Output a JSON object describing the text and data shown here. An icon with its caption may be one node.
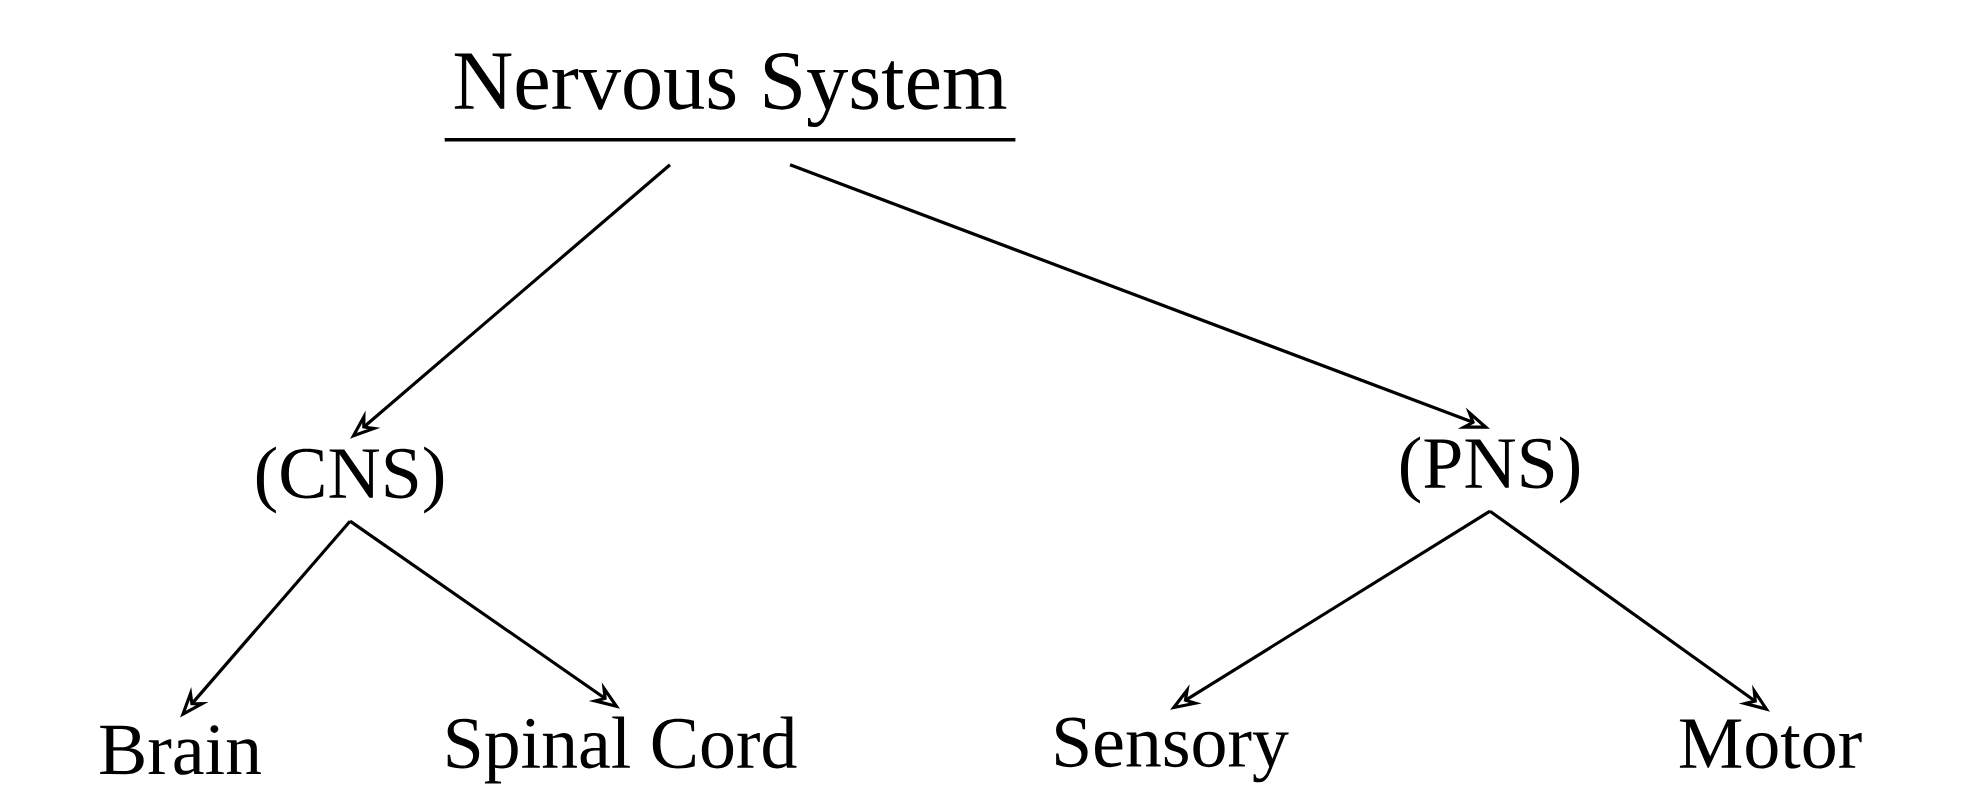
{
  "diagram": {
    "nodes": [
      {
        "text": [
          "Nervous System"
        ]
      },
      {
        "text": [
          "(CNS)"
        ]
      },
      {
        "text": [
          "(PNS)"
        ]
      },
      {
        "text": [
          "Brain"
        ]
      },
      {
        "text": [
          "Spinal Cord"
        ]
      },
      {
        "text": [
          "Sensory"
        ]
      },
      {
        "text": [
          "Motor"
        ]
      }
    ],
    "edges": [
      {
        "from": 0,
        "to": 1,
        "arrow": "to"
      },
      {
        "from": 0,
        "to": 2,
        "arrow": "to"
      },
      {
        "from": 1,
        "to": 3,
        "arrow": "to"
      },
      {
        "from": 1,
        "to": 4,
        "arrow": "to"
      },
      {
        "from": 2,
        "to": 5,
        "arrow": "to"
      },
      {
        "from": 2,
        "to": 6,
        "arrow": "to"
      }
    ]
  }
}
